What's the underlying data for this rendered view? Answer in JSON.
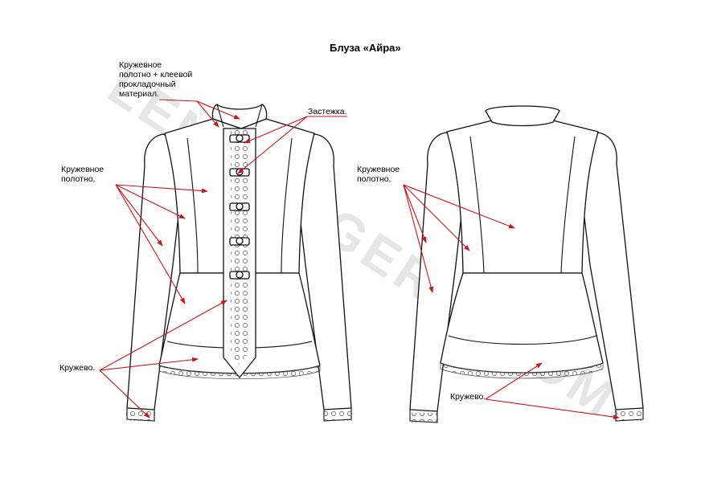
{
  "title": "Блуза «Айра»",
  "watermark": "LENALINGERIE.COM",
  "colors": {
    "arrow": "#c4161c",
    "outline": "#111111",
    "watermark": "#e6e6e6"
  },
  "labels": {
    "front_lace_interfacing": [
      "Кружевное",
      "полотно + клеевой",
      "прокладочный",
      "материал."
    ],
    "front_fastening": "Застежка.",
    "front_lace_fabric": [
      "Кружевное",
      "полотно."
    ],
    "front_lace_trim": "Кружево.",
    "back_lace_fabric": [
      "Кружевное",
      "полотно."
    ],
    "back_lace_trim": "Кружево."
  }
}
